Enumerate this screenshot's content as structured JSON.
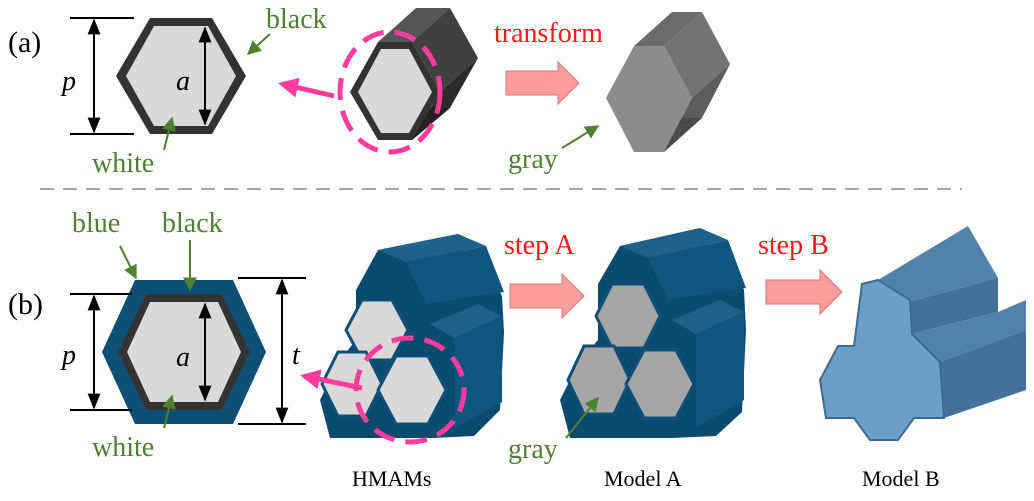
{
  "panels": {
    "a": "(a)",
    "b": "(b)"
  },
  "labels": {
    "black": "black",
    "white": "white",
    "gray": "gray",
    "blue": "blue",
    "p": "p",
    "a": "a",
    "t": "t",
    "transform": "transform",
    "step_a": "step A",
    "step_b": "step B"
  },
  "captions": {
    "hmams": "HMAMs",
    "model_a": "Model A",
    "model_b": "Model B"
  },
  "colors": {
    "label_green": "#4f7f33",
    "step_red": "#ff1a1a",
    "highlight_pink": "#ff3c9e",
    "arrow_pink": "#ff9c9c",
    "cell_white": "#d9d9d9",
    "wall_black": "#333333",
    "coat_blue": "#0e4f75",
    "gray_face": "#a6a6a6",
    "model_b_face": "#6aa0c8"
  }
}
